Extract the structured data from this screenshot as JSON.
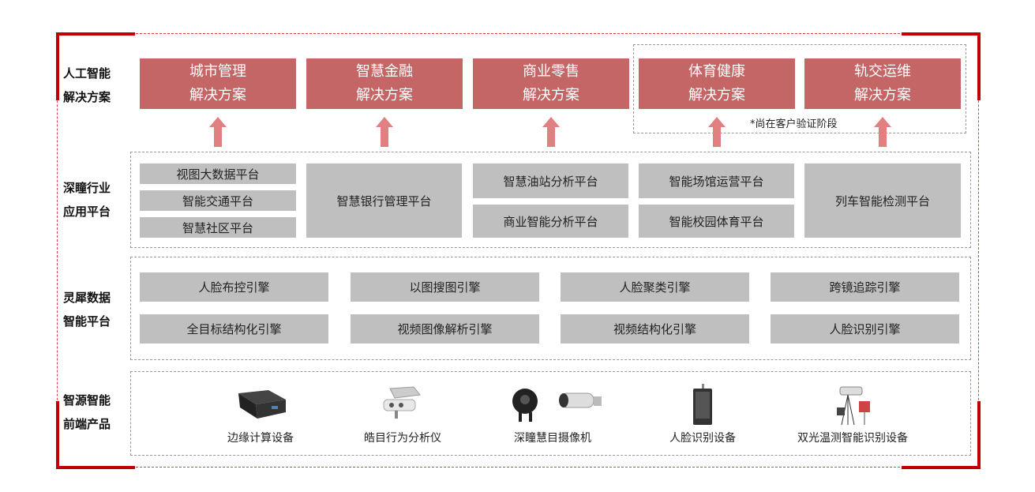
{
  "rows": [
    {
      "label_1": "人工智能",
      "label_2": "解决方案"
    },
    {
      "label_1": "深瞳行业",
      "label_2": "应用平台"
    },
    {
      "label_1": "灵犀数据",
      "label_2": "智能平台"
    },
    {
      "label_1": "智源智能",
      "label_2": "前端产品"
    }
  ],
  "solutions": [
    {
      "line1": "城市管理",
      "line2": "解决方案"
    },
    {
      "line1": "智慧金融",
      "line2": "解决方案"
    },
    {
      "line1": "商业零售",
      "line2": "解决方案"
    },
    {
      "line1": "体育健康",
      "line2": "解决方案"
    },
    {
      "line1": "轨交运维",
      "line2": "解决方案"
    }
  ],
  "note": "*尚在客户验证阶段",
  "platforms": {
    "col1": [
      "视图大数据平台",
      "智能交通平台",
      "智慧社区平台"
    ],
    "col2": [
      "智慧银行管理平台"
    ],
    "col3": [
      "智慧油站分析平台",
      "商业智能分析平台"
    ],
    "col4": [
      "智能场馆运营平台",
      "智能校园体育平台"
    ],
    "col5": [
      "列车智能检测平台"
    ]
  },
  "engines": [
    "人脸布控引擎",
    "以图搜图引擎",
    "人脸聚类引擎",
    "跨镜追踪引擎",
    "全目标结构化引擎",
    "视频图像解析引擎",
    "视频结构化引擎",
    "人脸识别引擎"
  ],
  "devices": [
    "边缘计算设备",
    "皓目行为分析仪",
    "深瞳慧目摄像机",
    "人脸识别设备",
    "双光温测智能识别设备"
  ],
  "colors": {
    "accent": "#c00000",
    "solution": "#c46666",
    "arrow": "#e08080",
    "box": "#bfbfbf"
  }
}
